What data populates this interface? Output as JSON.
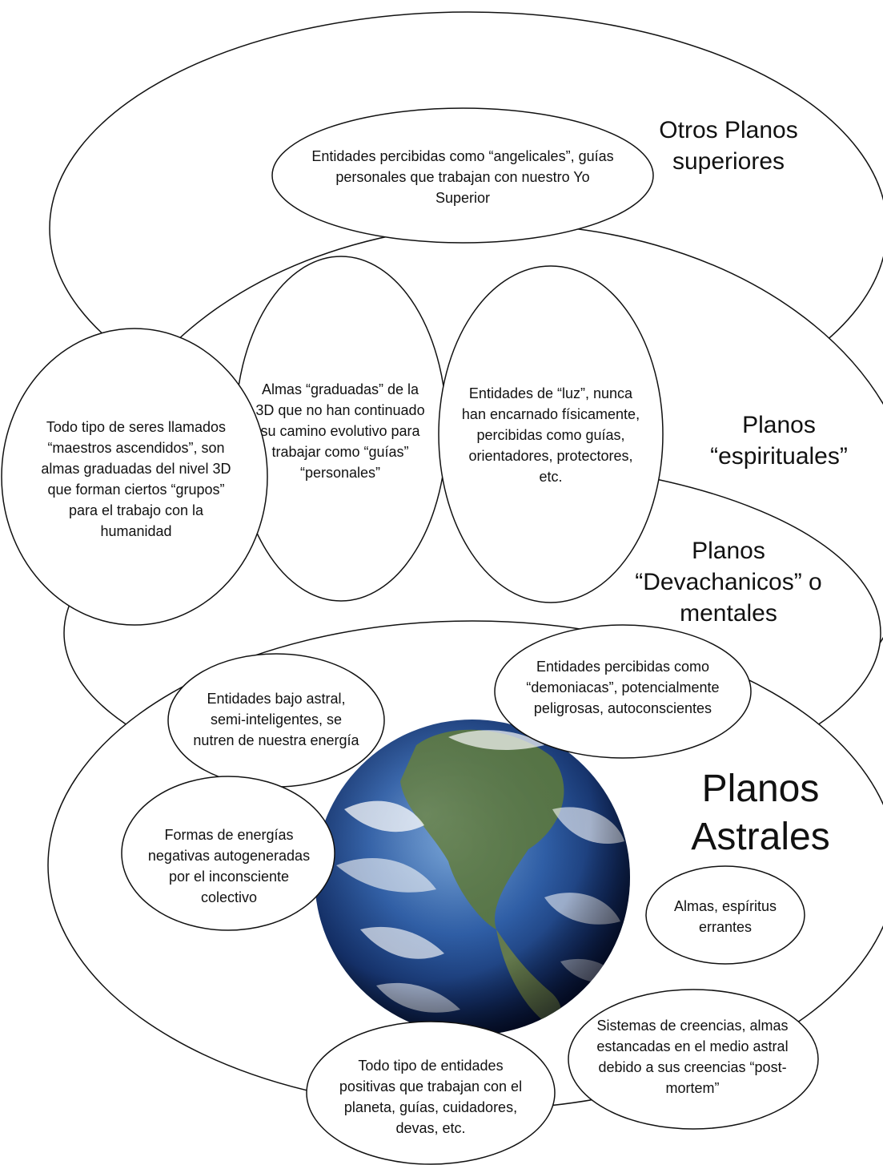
{
  "planes": {
    "otros": [
      "Otros Planos",
      "superiores"
    ],
    "espirituales": [
      "Planos",
      "“espirituales”"
    ],
    "devachanicos": [
      "Planos",
      "“Devachanicos” o",
      "mentales"
    ],
    "astrales": [
      "Planos",
      "Astrales"
    ]
  },
  "entities": {
    "angelicales": [
      "Entidades percibidas como “angelicales”, guías",
      "personales que trabajan con nuestro Yo",
      "Superior"
    ],
    "maestros": [
      "Todo tipo de seres llamados",
      "“maestros ascendidos”, son",
      "almas graduadas del nivel 3D",
      "que forman ciertos “grupos”",
      "para el trabajo con la",
      "humanidad"
    ],
    "graduadas": [
      "Almas “graduadas” de la",
      "3D que no han continuado",
      "su camino evolutivo para",
      "trabajar como “guías”",
      "“personales”"
    ],
    "luz": [
      "Entidades de “luz”, nunca",
      "han encarnado físicamente,",
      "percibidas como guías,",
      "orientadores, protectores,",
      "etc."
    ],
    "demoniacas": [
      "Entidades percibidas como",
      "“demoniacas”, potencialmente",
      "peligrosas, autoconscientes"
    ],
    "bajo_astral": [
      "Entidades bajo astral,",
      "semi-inteligentes, se",
      "nutren de nuestra energía"
    ],
    "formas": [
      "Formas de energías",
      "negativas autogeneradas",
      "por el inconsciente",
      "colectivo"
    ],
    "almas_errantes": [
      "Almas, espíritus",
      "errantes"
    ],
    "creencias": [
      "Sistemas de creencias, almas",
      "estancadas en el medio astral",
      "debido a sus creencias “post-",
      "mortem”"
    ],
    "positivas": [
      "Todo tipo de entidades",
      "positivas que trabajan con el",
      "planeta, guías, cuidadores,",
      "devas, etc."
    ]
  },
  "center_image": "earth-globe"
}
